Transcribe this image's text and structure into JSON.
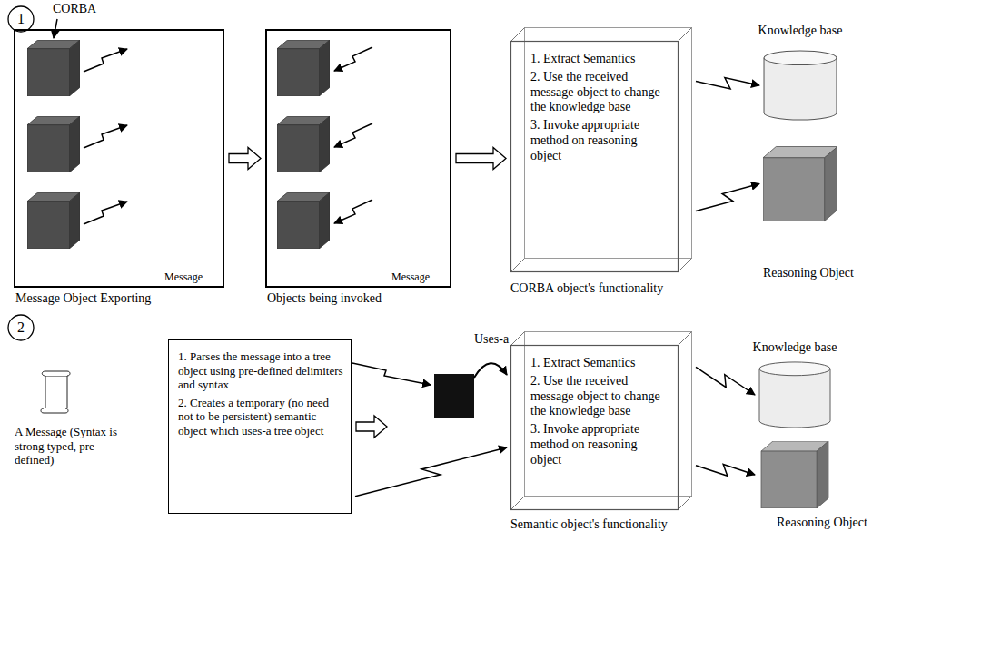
{
  "diagram": {
    "nodes": [
      {
        "text": [
          "1"
        ]
      },
      {
        "text": [
          "Message",
          "Message Object Exporting"
        ]
      },
      {
        "text": [
          "Message",
          "Objects being invoked"
        ]
      },
      {
        "text": [
          "1. Extract Semantics",
          "2. Use the received message object to change the knowledge base",
          "3. Invoke appropriate method on reasoning object",
          "CORBA object's functionality"
        ]
      },
      {
        "text": [
          "Knowledge base"
        ]
      },
      {
        "text": [
          "Reasoning Object"
        ]
      },
      {
        "text": [
          "2"
        ]
      },
      {
        "text": [
          "A Message (Syntax is strong typed, pre-defined)"
        ]
      },
      {
        "text": [
          "1. Parses the message into a tree object using pre-defined delimiters and syntax",
          "2. Creates a temporary (no need not to be persistent) semantic object which uses-a tree object"
        ]
      },
      {
        "text": [
          "1. Extract Semantics",
          "2. Use the received message object to change the knowledge base",
          "3. Invoke appropriate method on reasoning object",
          "Semantic object's functionality"
        ]
      },
      {
        "text": [
          "Knowledge base"
        ]
      },
      {
        "text": [
          "Reasoning Object"
        ]
      }
    ],
    "edges": [
      {
        "from": 1,
        "to": 2,
        "arrow": "to"
      },
      {
        "from": 2,
        "to": 3,
        "arrow": "to"
      },
      {
        "from": 3,
        "to": 4,
        "arrow": "to"
      },
      {
        "from": 3,
        "to": 5,
        "arrow": "to"
      },
      {
        "from": 8,
        "to": 9,
        "arrow": "to"
      },
      {
        "from": 8,
        "to": 9,
        "arrow": "to"
      },
      {
        "from": 9,
        "to": 10,
        "arrow": "to"
      },
      {
        "from": 9,
        "to": 11,
        "arrow": "to"
      }
    ],
    "labels": [
      "CORBA",
      "Uses-a"
    ]
  }
}
